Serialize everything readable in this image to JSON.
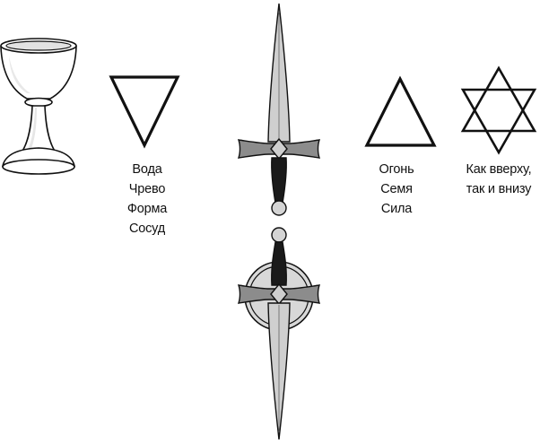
{
  "water": {
    "lines": [
      "Вода",
      "Чрево",
      "Форма",
      "Сосуд"
    ]
  },
  "fire": {
    "lines": [
      "Огонь",
      "Семя",
      "Сила"
    ]
  },
  "star": {
    "lines": [
      "Как вверху,",
      "так и внизу"
    ]
  },
  "colors": {
    "ink": "#111111",
    "blade_gray": "#c8c8c8",
    "guard_gray": "#8a8a8a",
    "grip_dark": "#1a1a1a",
    "shield_gray": "#d6d6d6"
  },
  "icons": [
    "chalice-icon",
    "water-triangle-icon",
    "sword-icon",
    "shield-icon",
    "fire-triangle-icon",
    "hexagram-icon"
  ]
}
